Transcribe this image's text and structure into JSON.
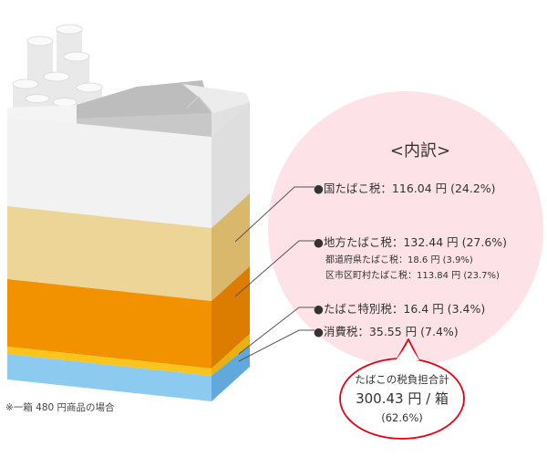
{
  "breakdown": {
    "title": "<内訳>",
    "items": [
      {
        "label": "●国たばこ税：116.04 円 (24.2%)",
        "value_yen": 116.04,
        "share_percent": 24.2,
        "color": "#e8ce8e"
      },
      {
        "label": "●地方たばこ税：132.44 円 (27.6%)",
        "value_yen": 132.44,
        "share_percent": 27.6,
        "color": "#f39200"
      },
      {
        "label": "●たばこ特別税：16.4 円 (3.4%)",
        "value_yen": 16.4,
        "share_percent": 3.4,
        "color": "#f9c51c"
      },
      {
        "label": "●消費税：35.55 円 (7.4%)",
        "value_yen": 35.55,
        "share_percent": 7.4,
        "color": "#8ccaf0"
      }
    ],
    "sub_items": [
      {
        "label": "都道府県たばこ税：18.6 円 (3.9%)",
        "value_yen": 18.6,
        "share_percent": 3.9
      },
      {
        "label": "区市区町村たばこ税：113.84 円 (23.7%)",
        "value_yen": 113.84,
        "share_percent": 23.7
      }
    ]
  },
  "total": {
    "heading": "たばこの税負担合計",
    "amount": "300.43 円 / 箱",
    "share": "(62.6%)",
    "border_color": "#e60012"
  },
  "footnote": "※一箱 480 円商品の場合",
  "colors": {
    "circle_fill": "#fde3e8",
    "pack_white": "#f2f2f2",
    "pack_side": "#dedede",
    "leader_line": "#555555"
  }
}
